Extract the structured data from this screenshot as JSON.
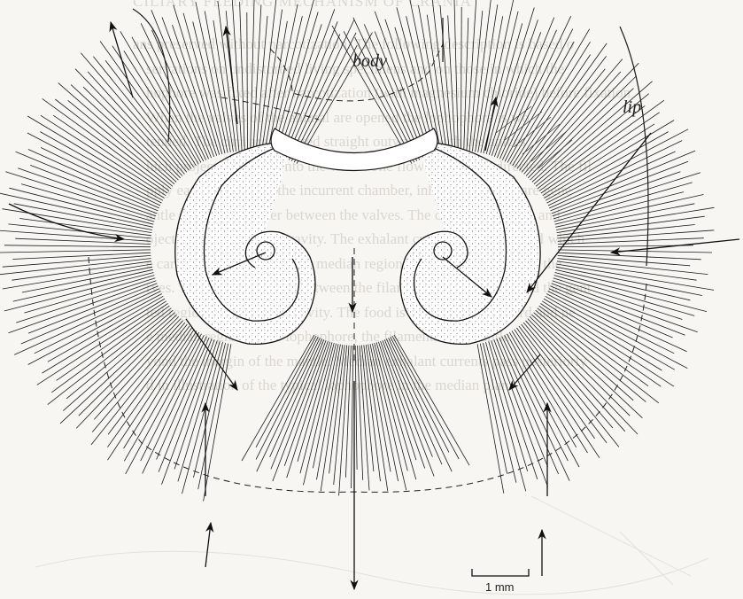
{
  "page": {
    "header_bleed": "CILIARY FEEDING MECHANISM OF CRANIA",
    "text_bleed": [
      "ans preserved without narcotization. The following description is based o",
      "servations on undisturbed living specimens and on those in which the",
      "hophore was fixed after narcotization (with magnesium chloride) before fixation",
      "When the valves of the animal are opened the lophophore is wo",
      "tended. The cirri are directed straight outwards, with the apices",
      "hich project outwards into the water. The flow of water is directed. The fil",
      "pply each filament in the incurrent chamber, inhalant currents are gene",
      "antle surface and enter between the valves. The current direction and",
      "ojected into the mantle cavity. The exhalant currents of the animal which",
      "e carried outwards from the median region of the inner surface of the",
      "rves. These currents pass between the filaments of the spirals and the gent",
      "ted region of the mantle cavity. The food is then carried forward and ne",
      "e median region of the lophophore, the filaments and mantle",
      "yond the margin of the mantle. Median exhalant currents pass posteriorly",
      "d in illustration of the typical lophophore in the median plan"
    ]
  },
  "figure": {
    "labels": {
      "body": "body",
      "lip": "lip"
    },
    "scale_bar": {
      "label": "1 mm"
    }
  }
}
